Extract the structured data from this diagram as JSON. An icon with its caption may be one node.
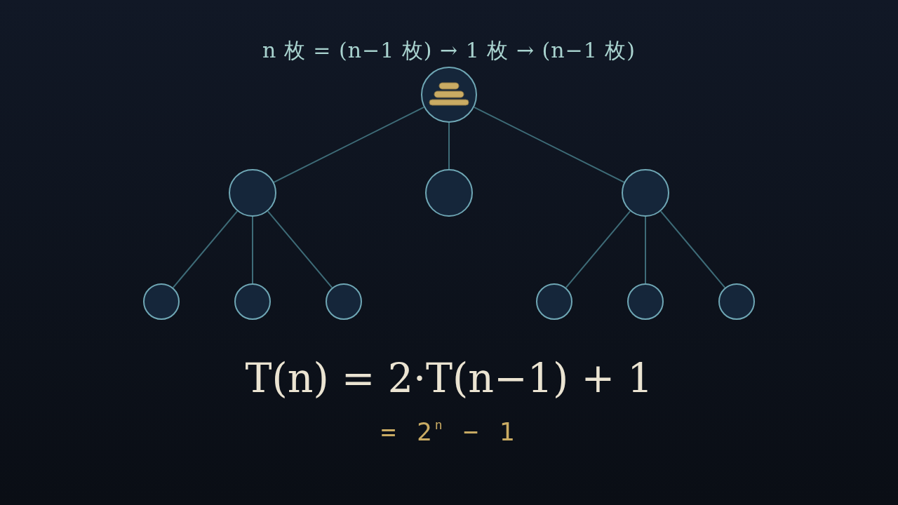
{
  "diagram": {
    "title": "n 枚 = (n−1 枚) → 1 枚 → (n−1 枚)",
    "nodes": [
      {
        "text": [],
        "shape": "circle"
      },
      {
        "text": [],
        "shape": "circle"
      },
      {
        "text": [],
        "shape": "circle"
      },
      {
        "text": [],
        "shape": "circle"
      },
      {
        "text": [],
        "shape": "circle"
      },
      {
        "text": [],
        "shape": "circle"
      },
      {
        "text": [],
        "shape": "circle"
      },
      {
        "text": [],
        "shape": "circle"
      },
      {
        "text": [],
        "shape": "circle"
      },
      {
        "text": [],
        "shape": "circle"
      }
    ],
    "edges": [
      {
        "from": 0,
        "to": 1,
        "arrow": "none"
      },
      {
        "from": 0,
        "to": 2,
        "arrow": "none"
      },
      {
        "from": 0,
        "to": 3,
        "arrow": "none"
      },
      {
        "from": 1,
        "to": 4,
        "arrow": "none"
      },
      {
        "from": 1,
        "to": 5,
        "arrow": "none"
      },
      {
        "from": 1,
        "to": 6,
        "arrow": "none"
      },
      {
        "from": 3,
        "to": 7,
        "arrow": "none"
      },
      {
        "from": 3,
        "to": 8,
        "arrow": "none"
      },
      {
        "from": 3,
        "to": 9,
        "arrow": "none"
      }
    ],
    "labels": [
      "T(n) = 2·T(n−1) + 1",
      "= 2$^{n}$ − 1"
    ]
  }
}
